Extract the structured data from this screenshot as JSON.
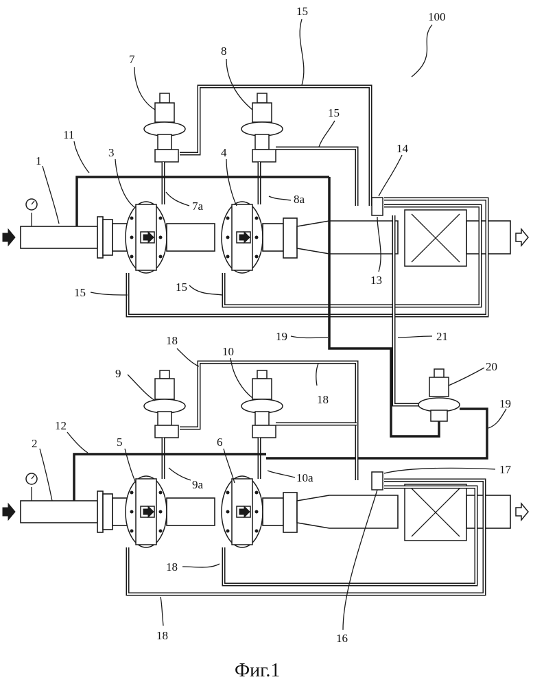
{
  "figure": {
    "caption": "Фиг.1",
    "labels": {
      "l100": "100",
      "l1": "1",
      "l2": "2",
      "l3": "3",
      "l4": "4",
      "l5": "5",
      "l6": "6",
      "l7": "7",
      "l7a": "7a",
      "l8": "8",
      "l8a": "8a",
      "l9": "9",
      "l9a": "9a",
      "l10": "10",
      "l10a": "10a",
      "l11": "11",
      "l12": "12",
      "l13": "13",
      "l14": "14",
      "l15_top": "15",
      "l15_mid": "15",
      "l15_left": "15",
      "l15_center": "15",
      "l16": "16",
      "l17": "17",
      "l18_top": "18",
      "l18_mid": "18",
      "l18_low": "18",
      "l18_bottom": "18",
      "l19_center": "19",
      "l19_right": "19",
      "l20": "20",
      "l21": "21"
    }
  }
}
